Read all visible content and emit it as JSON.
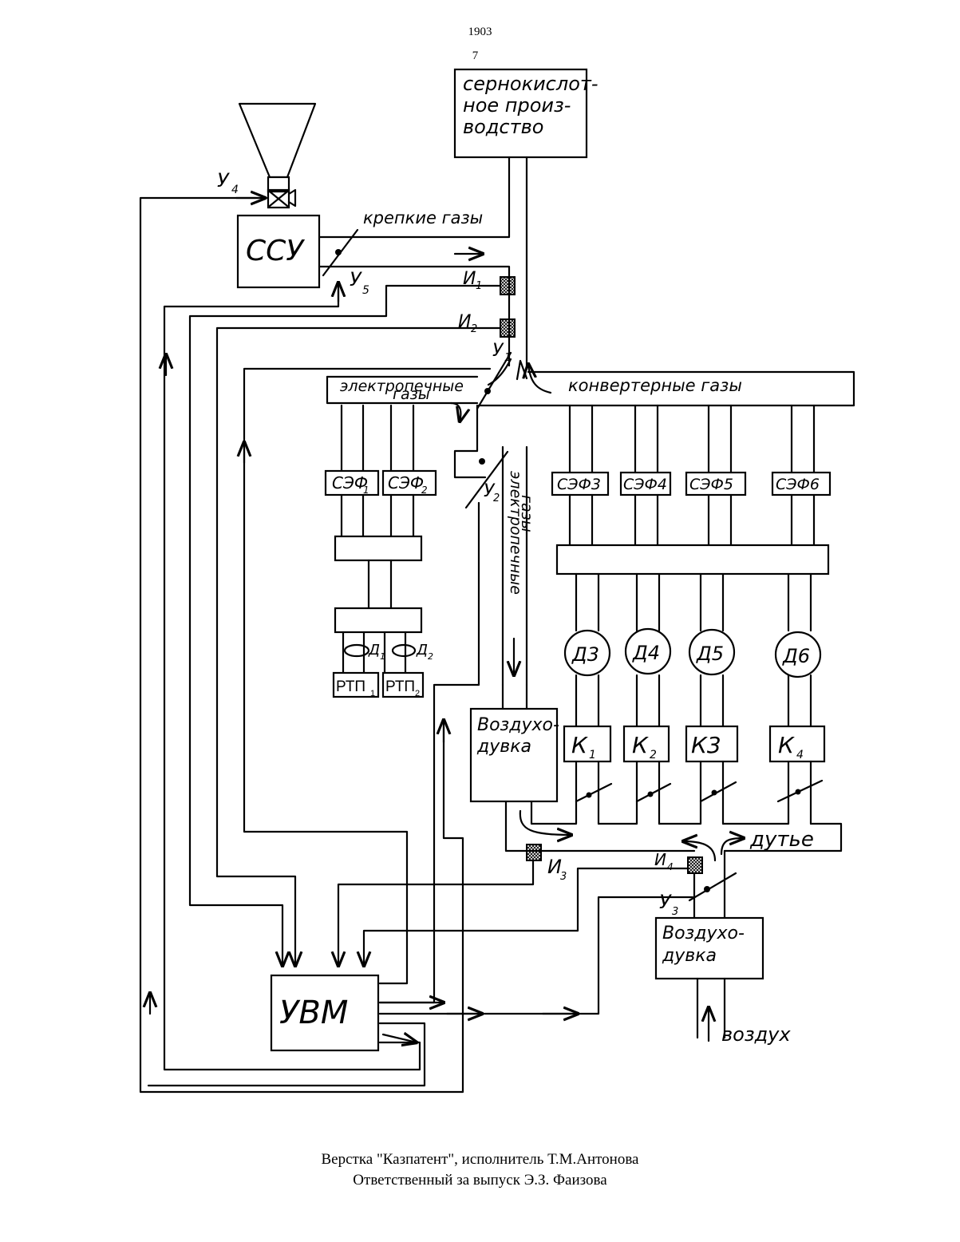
{
  "header": {
    "page_number": "1903",
    "figure_number": "7"
  },
  "labels": {
    "sulfuric": [
      "сернокислот-",
      "ное произ-",
      "водство"
    ],
    "ssu": "ССУ",
    "y4": "У",
    "y4_sub": "4",
    "y5": "У",
    "y5_sub": "5",
    "strong_gases": "крепкие газы",
    "i1": "И",
    "i1_sub": "1",
    "i2": "И",
    "i2_sub": "2",
    "y1": "У",
    "y1_sub": "1",
    "electric_gases_a": "электропечные",
    "electric_gases_b": "газы",
    "converter_gases": "конвертерные газы",
    "y2": "У",
    "y2_sub": "2",
    "electric_vertical_a": "электропечные",
    "electric_vertical_b": "газы",
    "sef1": "СЭФ",
    "sef1_sub": "1",
    "sef2": "СЭФ",
    "sef2_sub": "2",
    "sef3": "СЭФ3",
    "sef4": "СЭФ4",
    "sef5": "СЭФ5",
    "sef6": "СЭФ6",
    "d1": "Д",
    "d1_sub": "1",
    "d2": "Д",
    "d2_sub": "2",
    "d3": "Д3",
    "d4": "Д4",
    "d5": "Д5",
    "d6": "Д6",
    "rtp1": "РТП",
    "rtp1_sub": "1",
    "rtp2": "РТП",
    "rtp2_sub": "2",
    "blower1": [
      "Воздухо-",
      "дувка"
    ],
    "k1": "К",
    "k1_sub": "1",
    "k2": "К",
    "k2_sub": "2",
    "k3": "К3",
    "k4": "К",
    "k4_sub": "4",
    "i3": "И",
    "i3_sub": "3",
    "i4": "И",
    "i4_sub": "4",
    "y3": "У",
    "y3_sub": "3",
    "blast": "дутье",
    "blower2": [
      "Воздухо-",
      "дувка"
    ],
    "air": "воздух",
    "uvm": "УВМ"
  },
  "footer": {
    "line1": "Верстка \"Казпатент\", исполнитель  Т.М.Антонова",
    "line2": "Ответственный за выпуск Э.З. Фаизова"
  }
}
